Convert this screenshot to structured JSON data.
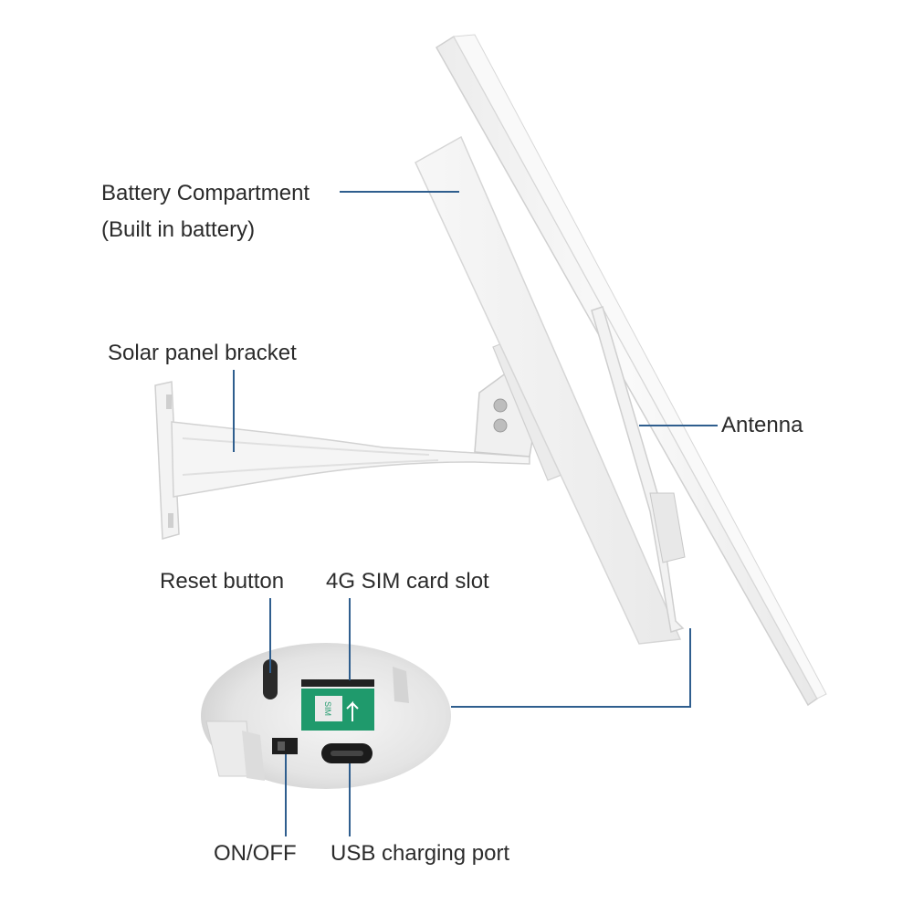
{
  "labels": {
    "battery_compartment": "Battery Compartment",
    "built_in_battery": "(Built in battery)",
    "solar_panel_bracket": "Solar panel bracket",
    "antenna": "Antenna",
    "reset_button": "Reset button",
    "sim_card_slot": "4G SIM card slot",
    "on_off": "ON/OFF",
    "usb_charging_port": "USB charging port",
    "sim_chip_text": "SIM"
  },
  "colors": {
    "leader_line": "#2f5e8e",
    "device_white": "#f4f4f4",
    "device_edge": "#d6d6d6",
    "sim_chip": "#1f9a6c",
    "port_dark": "#222222",
    "text": "#2b2b2b"
  }
}
